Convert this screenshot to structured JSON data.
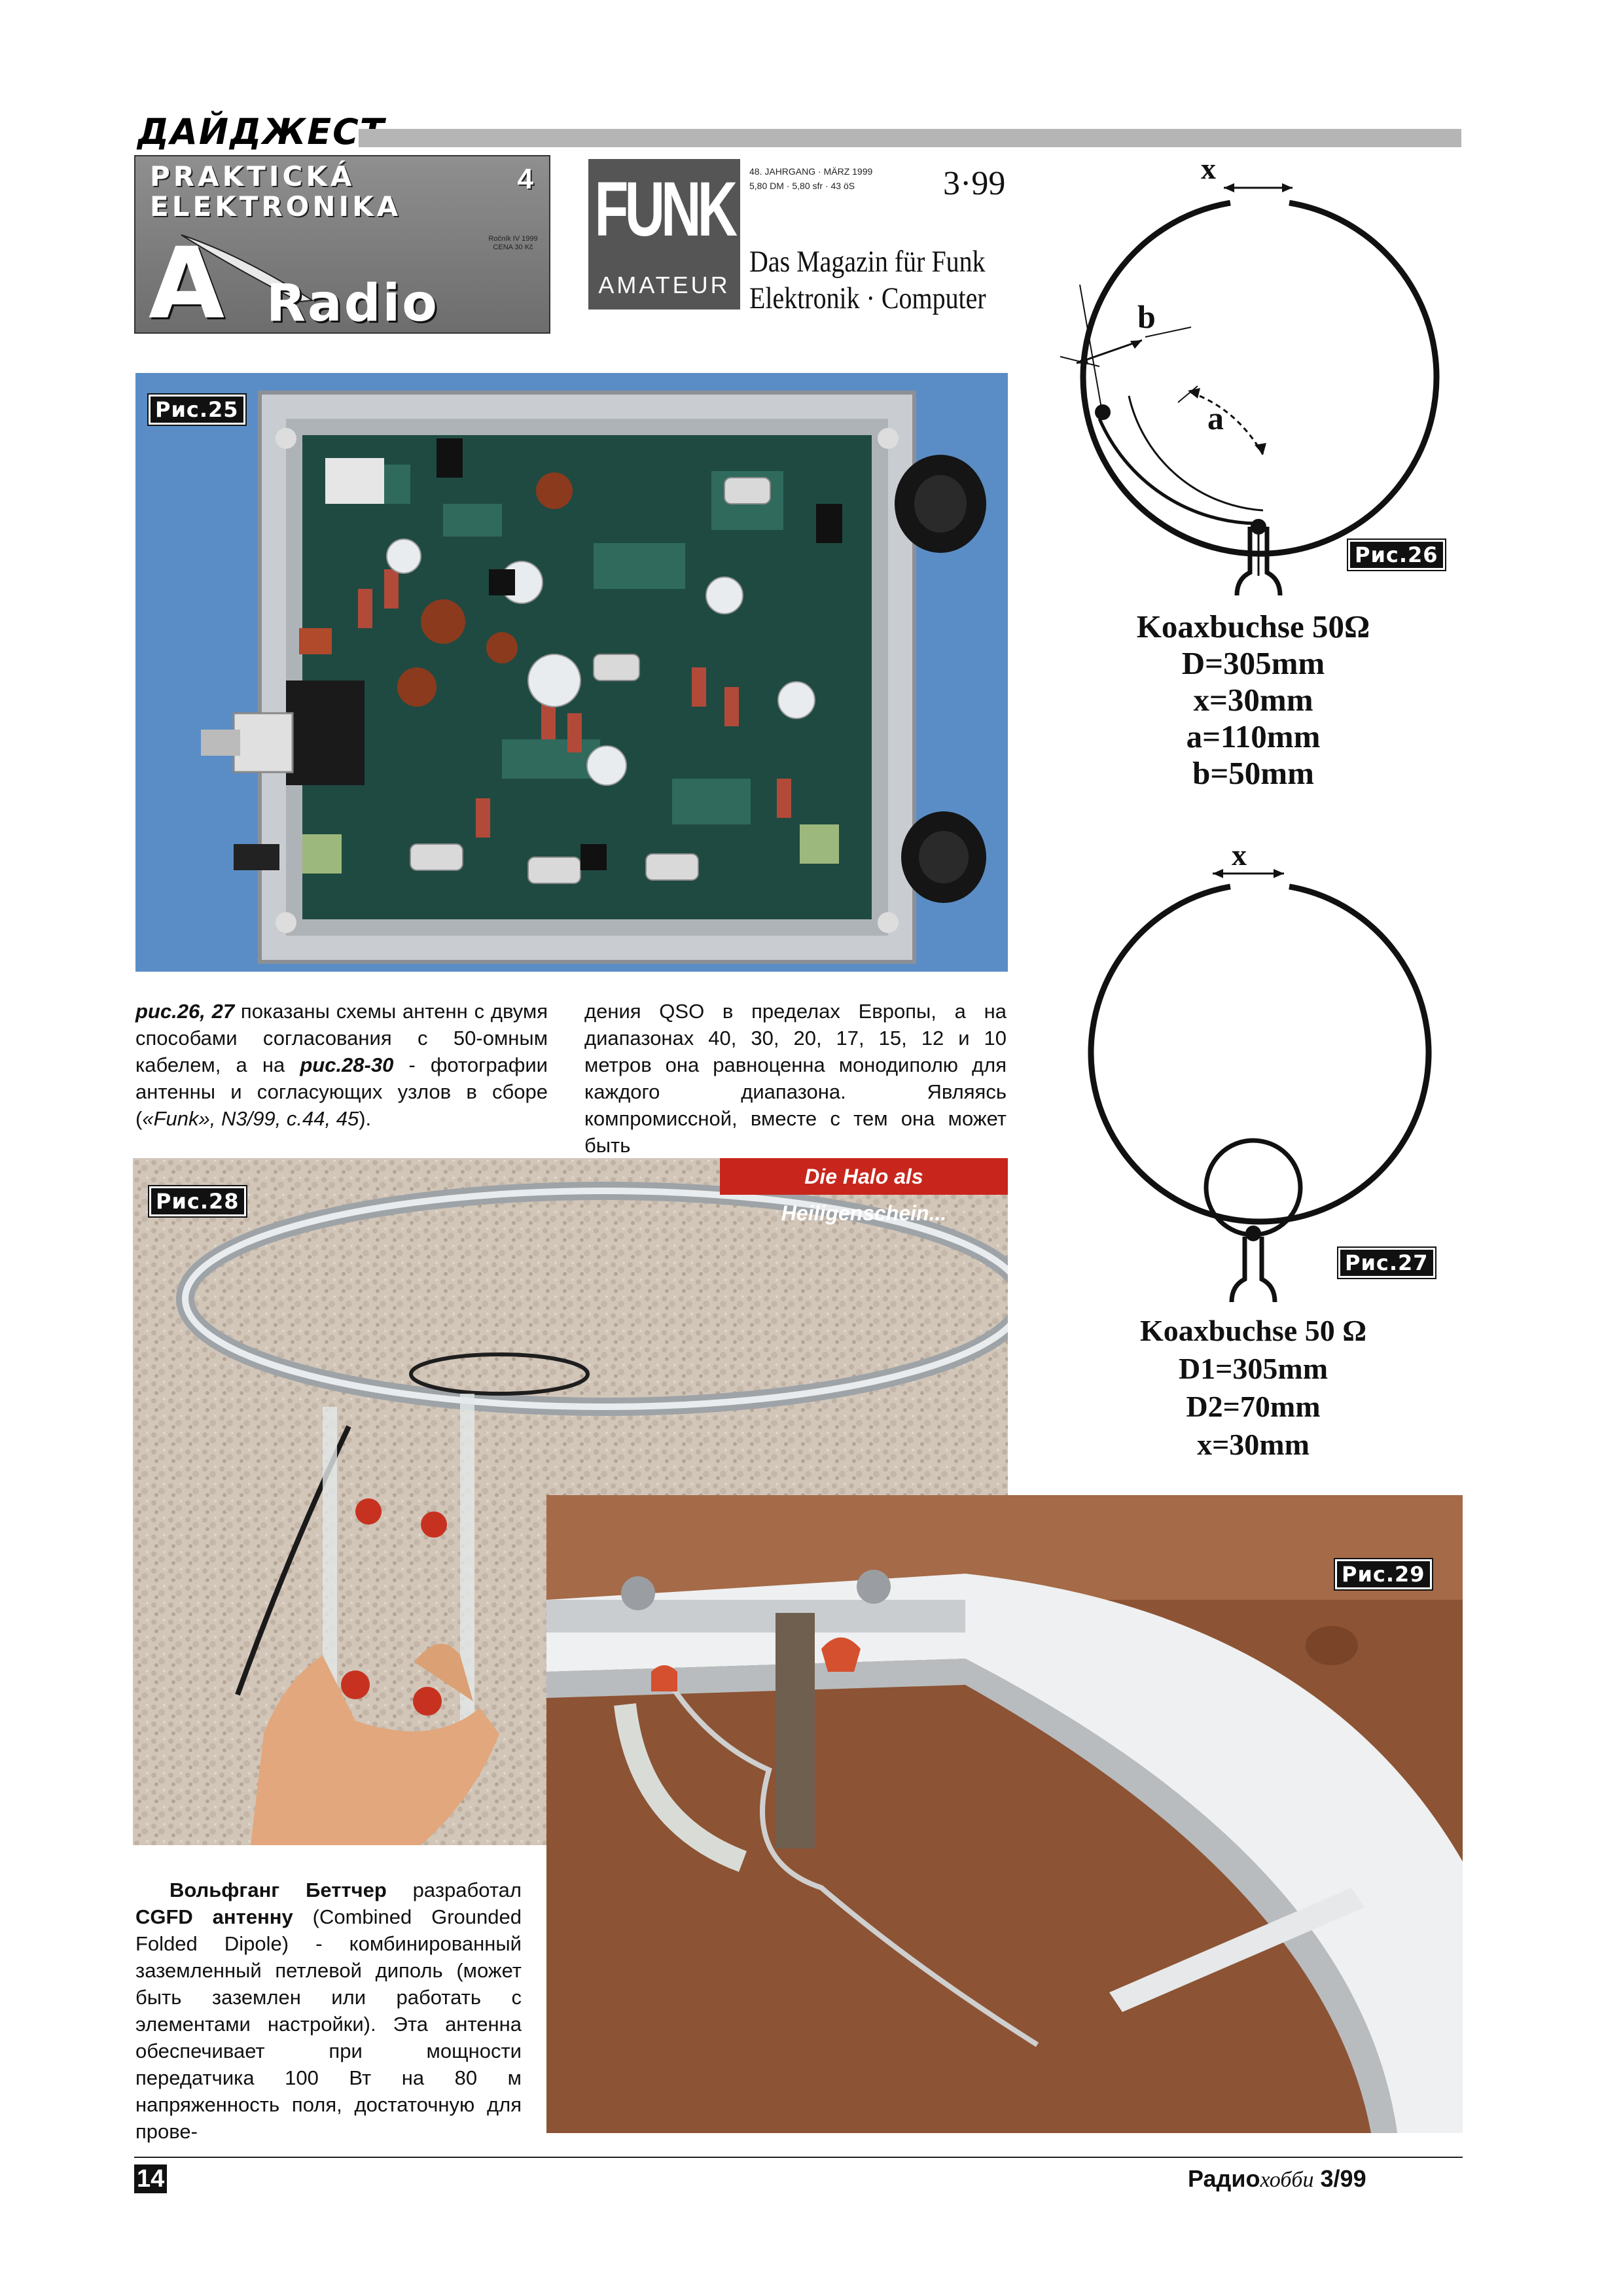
{
  "header": {
    "section_title": "ДАЙДЖЕСТ"
  },
  "magazines": {
    "pe": {
      "line1": "PRAKTICKÁ",
      "line2": "ELEKTRONIKA",
      "number": "4",
      "side_text": "Ročník IV 1999 CENA 30 Kč",
      "big_letter": "A",
      "radio": "Radio"
    },
    "fa": {
      "logo": "FUNK",
      "logo_sub": "AMATEUR",
      "meta_line1": "48. JAHRGANG · MÄRZ 1999",
      "meta_line2": "5,80 DM · 5,80 sfr · 43 öS",
      "issue": "3·99",
      "tagline1": "Das Magazin für Funk",
      "tagline2": "Elektronik · Computer"
    }
  },
  "figures": {
    "fig25": {
      "label": "Рис.25"
    },
    "fig26": {
      "label": "Рис.26",
      "dim_x": "x",
      "dim_a": "a",
      "dim_b": "b",
      "spec1": "Koaxbuchse 50Ω",
      "spec2": "D=305mm",
      "spec3": "x=30mm",
      "spec4": "a=110mm",
      "spec5": "b=50mm"
    },
    "fig27": {
      "label": "Рис.27",
      "dim_x": "x",
      "spec1": "Koaxbuchse 50 Ω",
      "spec2": "D1=305mm",
      "spec3": "D2=70mm",
      "spec4": "x=30mm"
    },
    "fig28": {
      "label": "Рис.28",
      "caption": "Die Halo als Heiligenschein..."
    },
    "fig29": {
      "label": "Рис.29"
    }
  },
  "text": {
    "col1_ref1": "рис.26, 27",
    "col1_part1": " показаны схемы антенн с двумя способами согласования с 50-омным кабелем, а на ",
    "col1_ref2": "рис.28-30",
    "col1_part2": " - фотографии антенны и согласующих узлов в сборе (",
    "col1_source": "«Funk», N3/99, с.44, 45",
    "col1_end": ").",
    "col2": "дения QSO в пределах Европы, а на диапазонах 40, 30, 20, 17, 15, 12 и 10 метров она равноценна монодиполю для каждого диапазона. Являясь компромиссной, вместе с тем она может быть",
    "col3_name": "Вольфганг Беттчер",
    "col3_part1": " разработал ",
    "col3_term": "CGFD антенну",
    "col3_part2": " (Combined Grounded Folded Dipole) - комбинированный заземленный петлевой диполь (может быть заземлен или работать с элементами настройки). Эта антенна обеспечивает при мощности передатчика 100 Вт на 80 м напряженность поля, достаточную для прове-"
  },
  "footer": {
    "page_number": "14",
    "mag_name": "Радио",
    "mag_italic": "хобби",
    "issue": " 3/99"
  }
}
